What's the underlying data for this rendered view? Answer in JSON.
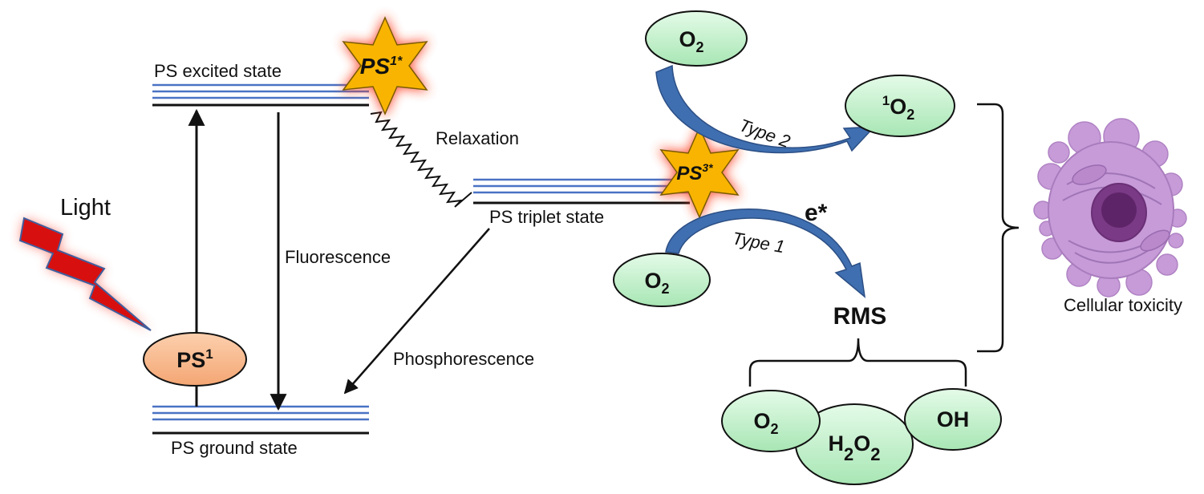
{
  "labels": {
    "excited_state": "PS excited state",
    "ground_state": "PS ground  state",
    "triplet_state": "PS triplet state",
    "light": "Light",
    "fluorescence": "Fluorescence",
    "phosphorescence": "Phosphorescence",
    "relaxation": "Relaxation",
    "type2": "Type 2",
    "type1": "Type 1",
    "electron": "e*",
    "rms": "RMS",
    "cellular_toxicity": "Cellular toxicity"
  },
  "molecules": {
    "ps1": {
      "base": "PS",
      "sup": "1"
    },
    "ps1_excited": {
      "base": "PS",
      "sup": "1*"
    },
    "ps3_excited": {
      "base": "PS",
      "sup": "3*"
    },
    "o2_top": {
      "base": "O",
      "sub": "2"
    },
    "singlet_o2": {
      "pre_sup": "1",
      "base": "O",
      "sub": "2"
    },
    "o2_left": {
      "base": "O",
      "sub": "2"
    },
    "o2_rms": {
      "base": "O",
      "sub": "2"
    },
    "h2o2": {
      "h": "H",
      "h_sub": "2",
      "o": "O",
      "o_sub": "2"
    },
    "oh": {
      "text": "OH"
    }
  },
  "colors": {
    "energy_line_blue": "#4a72c4",
    "molecule_green": "#c4f0cc",
    "ps1_orange": "#f8b98c",
    "star_yellow": "#f8b400",
    "glow_red": "#ff3b1f",
    "lightning_red": "#d80f0f",
    "curve_arrow_blue": "#3f6fb0",
    "cell_purple": "#c79bd8"
  }
}
